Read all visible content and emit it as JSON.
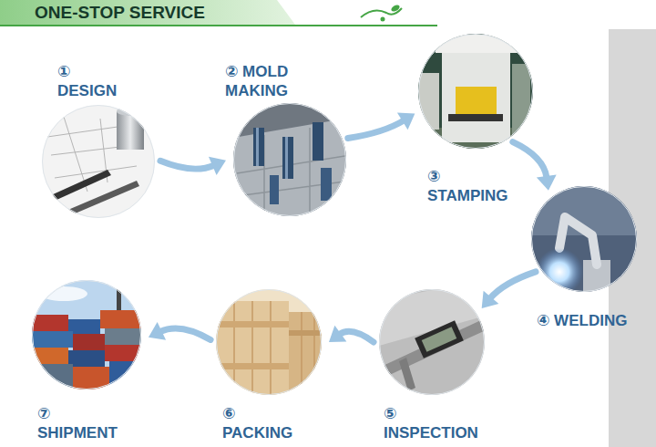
{
  "diagram": {
    "title": "ONE-STOP SERVICE",
    "nodes": [
      {
        "text": [
          "① DESIGN"
        ]
      },
      {
        "text": [
          "② MOLD MAKING"
        ]
      },
      {
        "text": [
          "③ STAMPING"
        ]
      },
      {
        "text": [
          "④ WELDING"
        ]
      },
      {
        "text": [
          "⑤ INSPECTION"
        ]
      },
      {
        "text": [
          "⑥ PACKING"
        ]
      },
      {
        "text": [
          "⑦ SHIPMENT"
        ]
      }
    ],
    "edges": [
      {
        "from": 0,
        "to": 1,
        "arrow": "to"
      },
      {
        "from": 1,
        "to": 2,
        "arrow": "to"
      },
      {
        "from": 2,
        "to": 3,
        "arrow": "to"
      },
      {
        "from": 3,
        "to": 4,
        "arrow": "to"
      },
      {
        "from": 4,
        "to": 5,
        "arrow": "to"
      },
      {
        "from": 5,
        "to": 6,
        "arrow": "to"
      }
    ]
  }
}
